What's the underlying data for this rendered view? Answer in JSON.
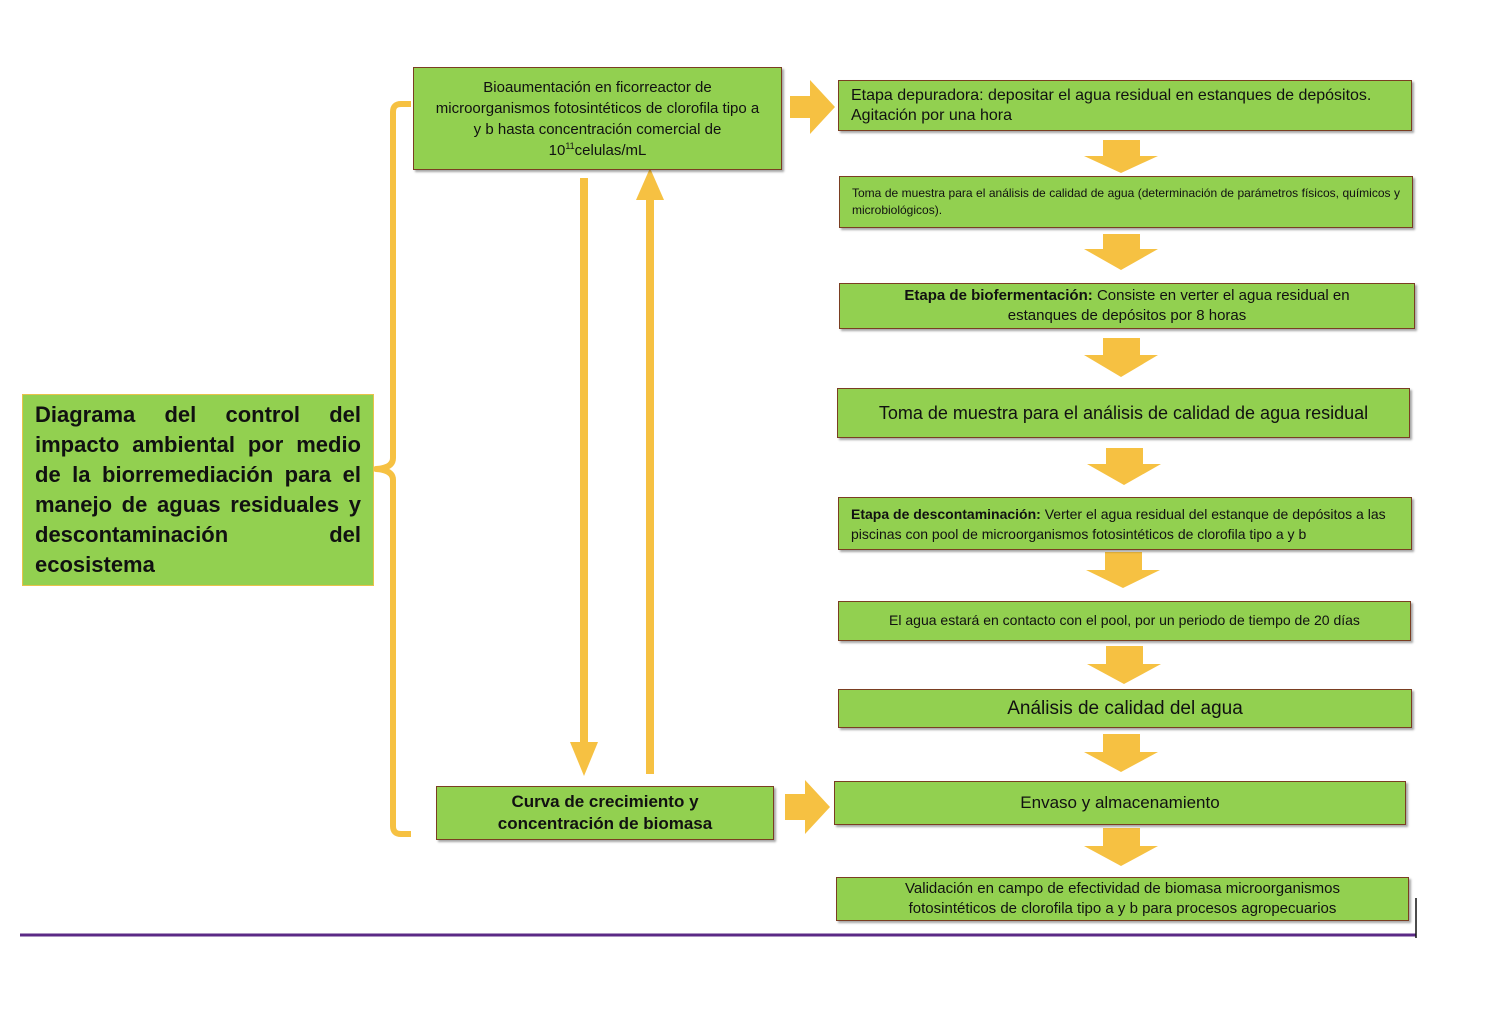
{
  "title": "Diagrama del control del impacto ambiental por medio de la biorremediación para el manejo de aguas residuales y descontaminación del ecosistema",
  "bioaumentacion": {
    "text": "Bioaumentación en ficorreactor de microorganismos fotosintéticos de clorofila tipo a y b hasta concentración comercial de",
    "base": "10",
    "exponent": "11",
    "unit": "celulas/mL"
  },
  "curva": "Curva de crecimiento y concentración de biomasa",
  "steps": {
    "etapa_depuradora": "Etapa depuradora: depositar el agua residual en estanques de depósitos. Agitación por una hora",
    "toma_muestra_1": "Toma de muestra para el análisis de calidad de agua (determinación de parámetros físicos, químicos y microbiológicos).",
    "biofermentacion_label": "Etapa de biofermentación:",
    "biofermentacion_text": "Consiste en verter el agua residual en estanques de depósitos por 8 horas",
    "toma_muestra_2": "Toma de muestra para el análisis de calidad de agua residual",
    "descontaminacion_label": "Etapa de descontaminación:",
    "descontaminacion_text": "Verter el agua residual del estanque de depósitos a las piscinas con pool de microorganismos fotosintéticos de clorofila tipo a y b",
    "contacto": "El agua estará en contacto con el pool, por un periodo de tiempo de 20 días",
    "analisis": "Análisis de calidad del agua",
    "envaso": "Envaso y almacenamiento",
    "validacion": "Validación en campo de efectividad de biomasa microorganismos fotosintéticos de clorofila tipo a y b  para procesos agropecuarios"
  },
  "colors": {
    "box_fill": "#92d050",
    "box_border": "#7a3e22",
    "arrow": "#f6c142",
    "bracket": "#f6c142",
    "footer_line": "#5b2a86"
  }
}
